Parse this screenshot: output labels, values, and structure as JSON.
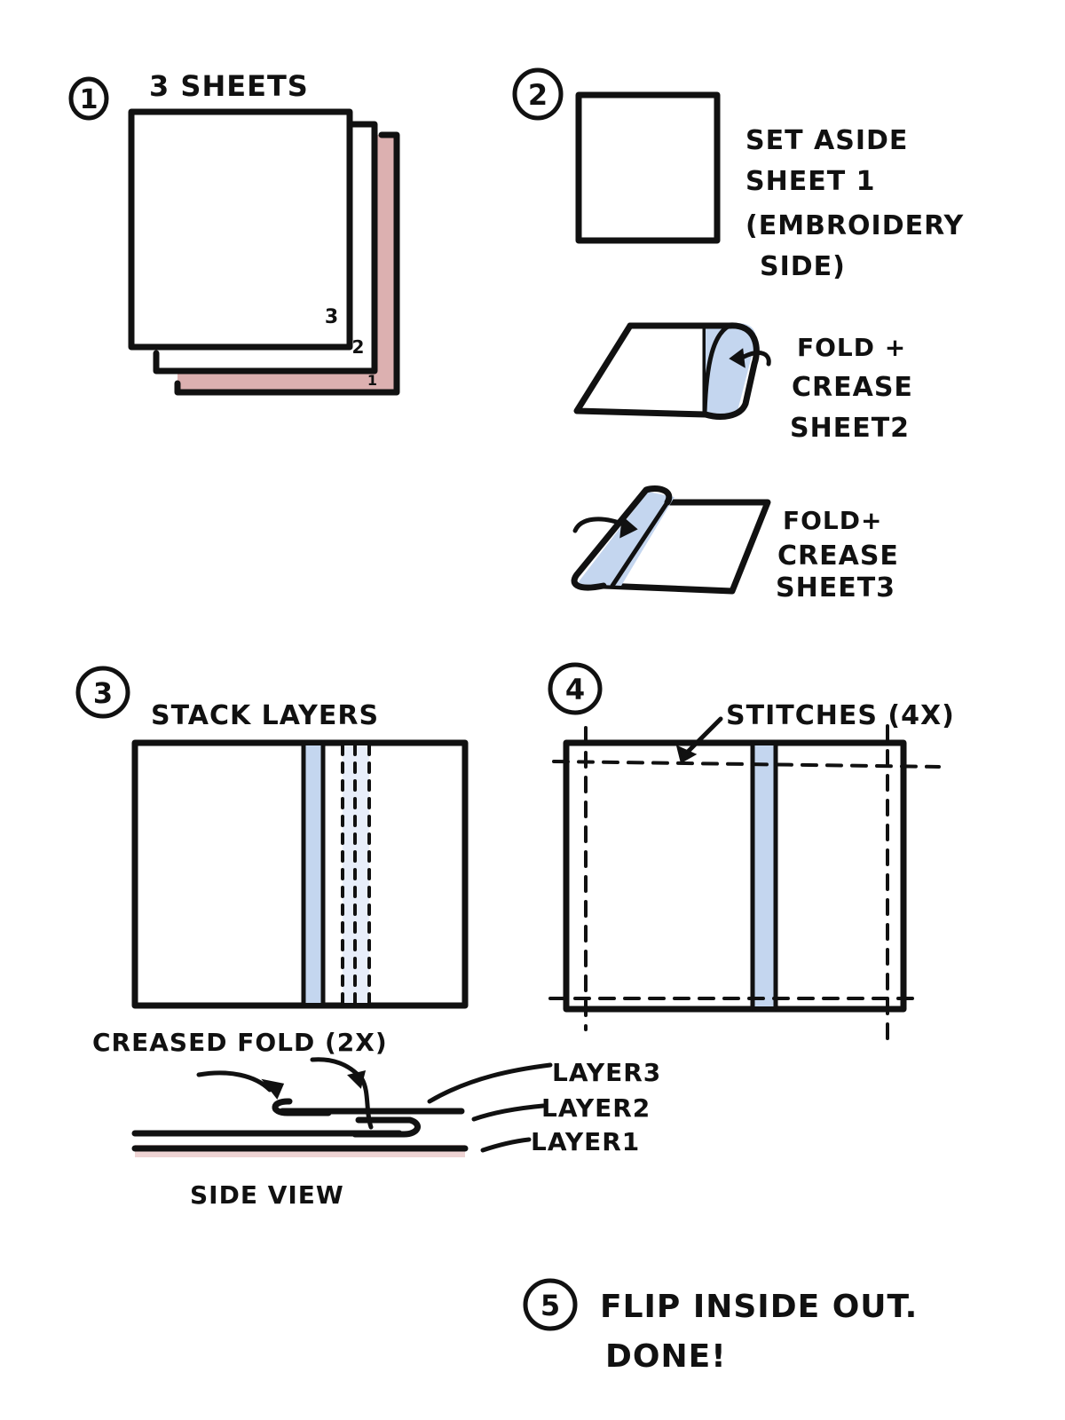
{
  "colors": {
    "ink": "#111111",
    "pink": "#dcb0b0",
    "blue": "#c4d6ef",
    "paper": "#ffffff"
  },
  "step1": {
    "number": "1",
    "title": "3 SHEETS",
    "sheet_labels": [
      "3",
      "2",
      "1"
    ]
  },
  "step2": {
    "number": "2",
    "set_aside": [
      "SET ASIDE",
      "SHEET 1",
      "(EMBROIDERY",
      "SIDE)"
    ],
    "fold_sheet2": [
      "FOLD +",
      "CREASE",
      "SHEET2"
    ],
    "fold_sheet3": [
      "FOLD+",
      "CREASE",
      "SHEET3"
    ]
  },
  "step3": {
    "number": "3",
    "title": "STACK LAYERS",
    "creased_fold": "CREASED FOLD (2X)",
    "layers": [
      "LAYER3",
      "LAYER2",
      "LAYER1"
    ],
    "side_view": "SIDE VIEW"
  },
  "step4": {
    "number": "4",
    "stitches": "STITCHES (4X)"
  },
  "step5": {
    "number": "5",
    "text": [
      "FLIP INSIDE OUT.",
      "DONE!"
    ]
  }
}
